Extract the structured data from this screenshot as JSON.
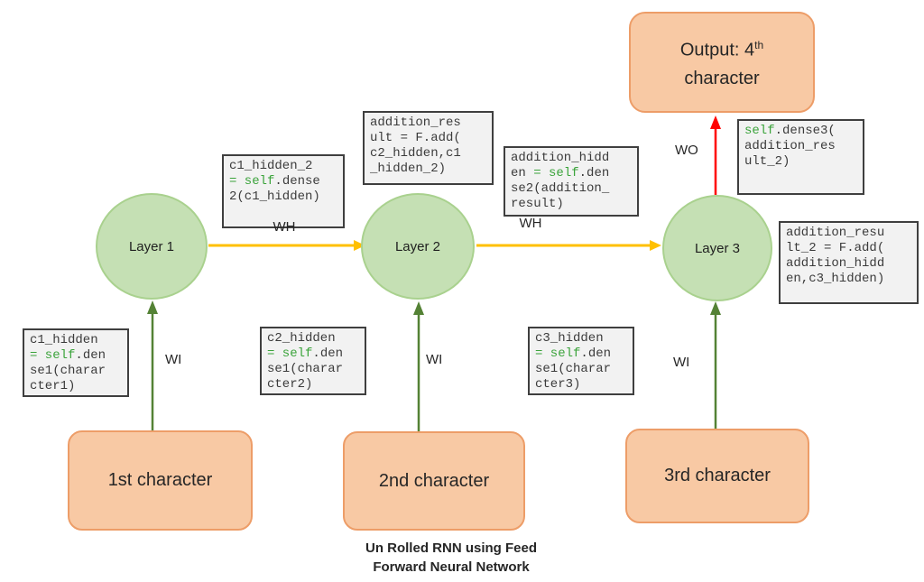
{
  "colors": {
    "arrow_green": "#548235",
    "arrow_yellow": "#FFC000",
    "arrow_red": "#FF0000",
    "node_fill": "#C5E0B4",
    "node_border": "#A9D18E",
    "input_box_fill": "#F8C9A4",
    "input_box_border": "#ED9D68",
    "code_bg": "#F2F2F2",
    "code_border": "#3F3F3F",
    "keyword_green": "#3AA33A"
  },
  "output": {
    "prefix": "Output: 4",
    "sup": "th",
    "line2": "character"
  },
  "layers": {
    "l1": "Layer 1",
    "l2": "Layer 2",
    "l3": "Layer 3"
  },
  "inputs": {
    "i1": "1st character",
    "i2": "2nd character",
    "i3": "3rd character"
  },
  "weights": {
    "wi1": "WI",
    "wi2": "WI",
    "wi3": "WI",
    "wh1": "WH",
    "wh2": "WH",
    "wo": "WO"
  },
  "caption": {
    "line1": "Un Rolled RNN using Feed",
    "line2": "Forward Neural Network"
  },
  "code": {
    "c1_hidden": [
      [
        {
          "t": "c1_hidden"
        }
      ],
      [
        {
          "t": "= self",
          "k": 1
        },
        {
          "t": ".den"
        }
      ],
      [
        {
          "t": "se1(charar"
        }
      ],
      [
        {
          "t": "cter1)"
        }
      ]
    ],
    "c1_hidden_2": [
      [
        {
          "t": "c1_hidden_2"
        }
      ],
      [
        {
          "t": "= self",
          "k": 1
        },
        {
          "t": ".dense"
        }
      ],
      [
        {
          "t": "2(c1_hidden)"
        }
      ]
    ],
    "addition_result": [
      [
        {
          "t": "addition_res"
        }
      ],
      [
        {
          "t": "ult = F.add("
        }
      ],
      [
        {
          "t": "c2_hidden,c1"
        }
      ],
      [
        {
          "t": "_hidden_2)"
        }
      ]
    ],
    "addition_hidden": [
      [
        {
          "t": "addition_hidd"
        }
      ],
      [
        {
          "t": "en "
        },
        {
          "t": "= self",
          "k": 1
        },
        {
          "t": ".den"
        }
      ],
      [
        {
          "t": "se2(addition_"
        }
      ],
      [
        {
          "t": "result)"
        }
      ]
    ],
    "dense3": [
      [
        {
          "t": "self",
          "k": 1
        },
        {
          "t": ".dense3("
        }
      ],
      [
        {
          "t": "addition_res"
        }
      ],
      [
        {
          "t": "ult_2)"
        }
      ]
    ],
    "addition_result_2": [
      [
        {
          "t": "addition_resu"
        }
      ],
      [
        {
          "t": "lt_2 = F.add("
        }
      ],
      [
        {
          "t": "addition_hidd"
        }
      ],
      [
        {
          "t": "en,c3_hidden)"
        }
      ]
    ],
    "c2_hidden": [
      [
        {
          "t": "c2_hidden"
        }
      ],
      [
        {
          "t": "= self",
          "k": 1
        },
        {
          "t": ".den"
        }
      ],
      [
        {
          "t": "se1(charar"
        }
      ],
      [
        {
          "t": "cter2)"
        }
      ]
    ],
    "c3_hidden": [
      [
        {
          "t": "c3_hidden"
        }
      ],
      [
        {
          "t": "= self",
          "k": 1
        },
        {
          "t": ".den"
        }
      ],
      [
        {
          "t": "se1(charar"
        }
      ],
      [
        {
          "t": "cter3)"
        }
      ]
    ]
  }
}
